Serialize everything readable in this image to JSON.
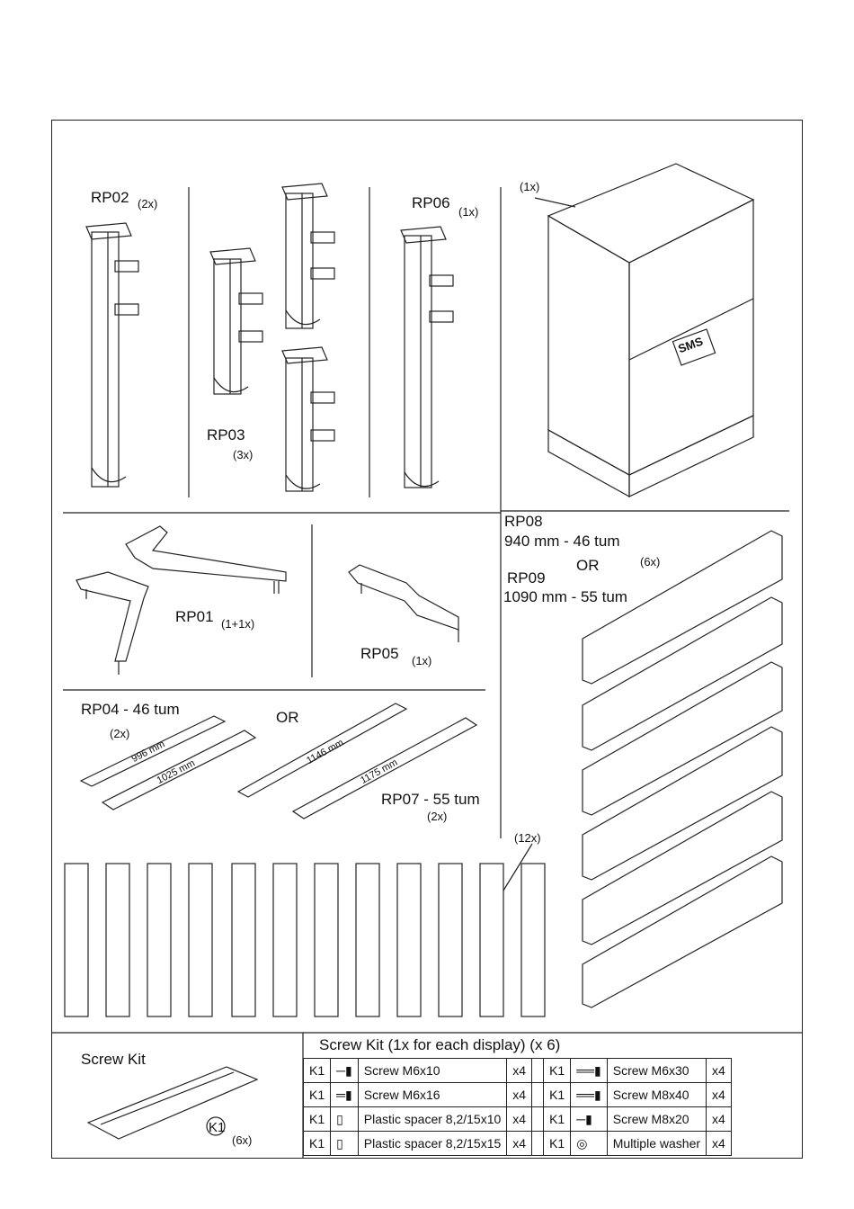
{
  "parts": {
    "rp02": {
      "code": "RP02",
      "qty": "(2x)"
    },
    "rp03": {
      "code": "RP03",
      "qty": "(3x)"
    },
    "rp06": {
      "code": "RP06",
      "qty": "(1x)"
    },
    "crate": {
      "qty": "(1x)",
      "brand": "SMS"
    },
    "rp01": {
      "code": "RP01",
      "qty": "(1+1x)"
    },
    "rp05": {
      "code": "RP05",
      "qty": "(1x)"
    },
    "rp08": {
      "code": "RP08",
      "size": "940 mm - 46 tum"
    },
    "rp08_or": "OR",
    "rp08_qty": "(6x)",
    "rp09": {
      "code": "RP09",
      "size": "1090 mm - 55 tum"
    },
    "rp04": {
      "label": "RP04 - 46 tum",
      "qty": "(2x)",
      "len_a": "996 mm",
      "len_b": "1025 mm"
    },
    "rp04_or": "OR",
    "rp07": {
      "label": "RP07 - 55 tum",
      "qty": "(2x)",
      "len_a": "1146 mm",
      "len_b": "1175 mm"
    },
    "brackets": {
      "qty": "(12x)"
    },
    "screw_kit": {
      "title": "Screw Kit",
      "callout": "K1",
      "qty": "(6x)"
    }
  },
  "kit_table": {
    "title": "Screw Kit (1x for each display) (x 6)",
    "rows": [
      {
        "left": {
          "code": "K1",
          "icon": "screw-short-icon",
          "name": "Screw M6x10",
          "qty": "x4"
        },
        "right": {
          "code": "K1",
          "icon": "screw-long-icon",
          "name": "Screw M6x30",
          "qty": "x4"
        }
      },
      {
        "left": {
          "code": "K1",
          "icon": "bolt-icon",
          "name": "Screw M6x16",
          "qty": "x4"
        },
        "right": {
          "code": "K1",
          "icon": "screw-long-icon",
          "name": "Screw M8x40",
          "qty": "x4"
        }
      },
      {
        "left": {
          "code": "K1",
          "icon": "spacer-icon",
          "name": "Plastic spacer 8,2/15x10",
          "qty": "x4"
        },
        "right": {
          "code": "K1",
          "icon": "screw-short-icon",
          "name": "Screw M8x20",
          "qty": "x4"
        }
      },
      {
        "left": {
          "code": "K1",
          "icon": "spacer-icon",
          "name": "Plastic spacer 8,2/15x15",
          "qty": "x4"
        },
        "right": {
          "code": "K1",
          "icon": "washer-icon",
          "name": "Multiple washer",
          "qty": "x4"
        }
      }
    ]
  }
}
